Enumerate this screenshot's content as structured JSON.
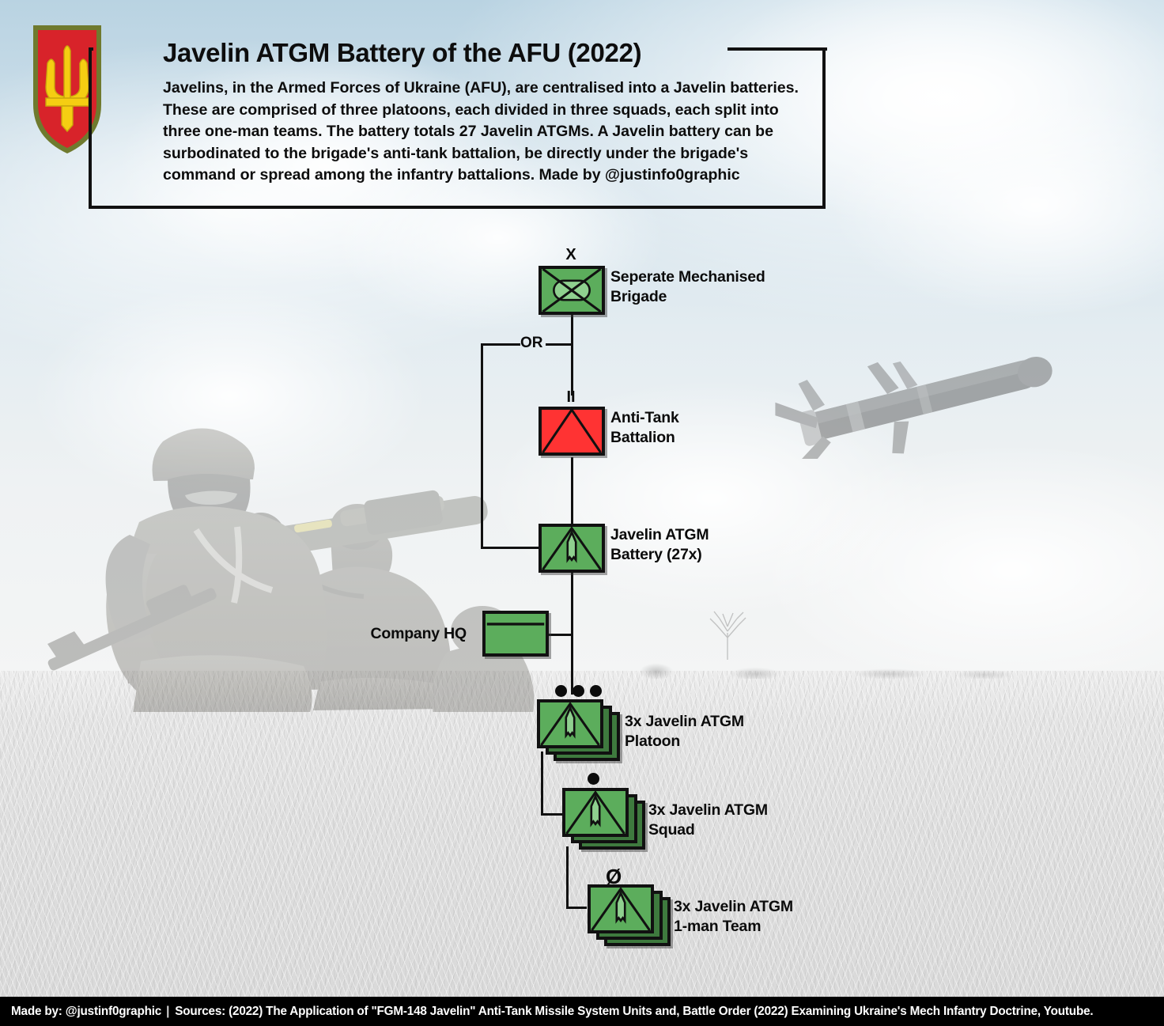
{
  "info": {
    "title": "Javelin ATGM Battery of the AFU (2022)",
    "body": "Javelins, in the Armed Forces of Ukraine (AFU), are centralised into a Javelin batteries. These are comprised of three platoons, each divided in three squads, each split into three one-man teams. The battery totals 27 Javelin ATGMs. A Javelin battery can be surbodinated to the brigade's anti-tank battalion, be directly under the brigade's command or spread among the infantry battalions. Made by @justinfo0graphic"
  },
  "emblem": {
    "name": "ukrainian-tryzub-shield-patch",
    "shield_fill": "#D8232A",
    "border_color": "#6F7A2E",
    "trident_color": "#F5CE12"
  },
  "colors": {
    "symbol_green": "#5CAD5C",
    "symbol_green_light": "#8FD08F",
    "symbol_green_dark": "#3E7A3E",
    "symbol_red": "#FF3333",
    "outline": "#111111",
    "background_sky": "#cfe0ea",
    "background_ground": "#e0e0e0",
    "footer_bg": "#000000",
    "footer_text": "#ffffff"
  },
  "chart_data": {
    "type": "diagram",
    "title": "Javelin ATGM Battery of the AFU (2022)",
    "nodes": [
      {
        "id": "brigade",
        "label": "Seperate Mechanised Brigade",
        "echelon": "X",
        "echelon_meaning": "brigade",
        "symbol": "mechanised-infantry",
        "fill": "#5CAD5C"
      },
      {
        "id": "anti-tank-battalion",
        "label": "Anti-Tank Battalion",
        "echelon": "II",
        "echelon_meaning": "battalion",
        "symbol": "anti-tank",
        "fill": "#FF3333"
      },
      {
        "id": "javelin-battery",
        "label": "Javelin ATGM Battery (27x)",
        "echelon": "",
        "echelon_meaning": "company/battery",
        "symbol": "javelin-atgm",
        "fill": "#5CAD5C",
        "count": 27
      },
      {
        "id": "company-hq",
        "label": "Company HQ",
        "echelon": "",
        "echelon_meaning": "headquarters",
        "symbol": "headquarters",
        "fill": "#5CAD5C"
      },
      {
        "id": "javelin-platoon",
        "label": "3x Javelin ATGM Platoon",
        "echelon": "•••",
        "echelon_meaning": "platoon",
        "symbol": "javelin-atgm-stacked",
        "fill": "#5CAD5C",
        "count": 3
      },
      {
        "id": "javelin-squad",
        "label": "3x Javelin ATGM Squad",
        "echelon": "•",
        "echelon_meaning": "squad",
        "symbol": "javelin-atgm-stacked",
        "fill": "#5CAD5C",
        "count": 3
      },
      {
        "id": "javelin-team",
        "label": "3x Javelin ATGM 1-man Team",
        "echelon": "Ø",
        "echelon_meaning": "team",
        "symbol": "javelin-atgm-stacked",
        "fill": "#5CAD5C",
        "count": 3
      }
    ],
    "edges": [
      {
        "from": "brigade",
        "to": "anti-tank-battalion",
        "label": ""
      },
      {
        "from": "brigade",
        "to": "javelin-battery",
        "label": "OR"
      },
      {
        "from": "anti-tank-battalion",
        "to": "javelin-battery",
        "label": ""
      },
      {
        "from": "javelin-battery",
        "to": "company-hq",
        "label": ""
      },
      {
        "from": "javelin-battery",
        "to": "javelin-platoon",
        "label": ""
      },
      {
        "from": "javelin-platoon",
        "to": "javelin-squad",
        "label": ""
      },
      {
        "from": "javelin-squad",
        "to": "javelin-team",
        "label": ""
      }
    ],
    "branch_label": "OR"
  },
  "labels": {
    "brigade": "Seperate Mechanised\nBrigade",
    "anti_tank_battalion": "Anti-Tank\nBattalion",
    "javelin_battery": "Javelin ATGM\nBattery (27x)",
    "company_hq": "Company HQ",
    "javelin_platoon": "3x Javelin ATGM\nPlatoon",
    "javelin_squad": "3x Javelin ATGM\nSquad",
    "javelin_team": "3x Javelin ATGM\n1-man Team"
  },
  "echelons": {
    "brigade": "X",
    "battalion": "II",
    "team": "Ø"
  },
  "branch": {
    "or": "OR"
  },
  "footer": {
    "made_by": "Made by: @justinf0graphic",
    "separator": "|",
    "sources": "Sources: (2022) The Application of \"FGM-148 Javelin\" Anti-Tank Missile System Units and, Battle Order (2022) Examining Ukraine's Mech Infantry Doctrine, Youtube."
  }
}
